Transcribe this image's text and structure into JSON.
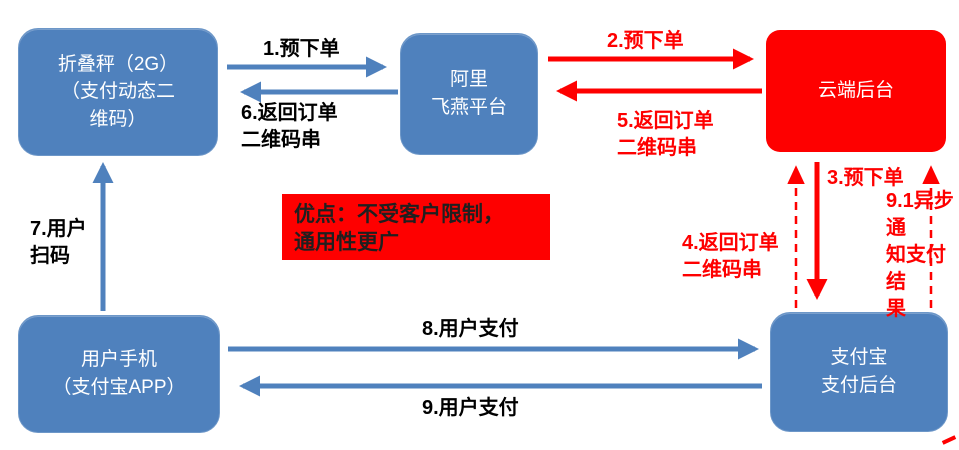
{
  "colors": {
    "node_blue": "#4f81bd",
    "accent_red": "#fe0000",
    "label_black": "#000000",
    "node_text": "#ffffff"
  },
  "nodes": {
    "scale": {
      "label": "折叠秤（2G）\n（支付动态二\n维码）"
    },
    "feiyan": {
      "label": "阿里\n飞燕平台"
    },
    "cloud": {
      "label": "云端后台"
    },
    "phone": {
      "label": "用户手机\n（支付宝APP）"
    },
    "alipay": {
      "label": "支付宝\n支付后台"
    }
  },
  "note": {
    "text": "优点：不受客户限制，\n通用性更广"
  },
  "edges": {
    "e1": {
      "label": "1.预下单",
      "from": "折叠秤",
      "to": "阿里飞燕平台",
      "style": "blue-solid"
    },
    "e2": {
      "label": "2.预下单",
      "from": "阿里飞燕平台",
      "to": "云端后台",
      "style": "red-solid"
    },
    "e3": {
      "label": "3.预下单",
      "from": "云端后台",
      "to": "支付宝支付后台",
      "style": "red-solid"
    },
    "e4": {
      "label": "4.返回订单\n二维码串",
      "from": "支付宝支付后台",
      "to": "云端后台",
      "style": "red-dashed"
    },
    "e5": {
      "label": "5.返回订单\n二维码串",
      "from": "云端后台",
      "to": "阿里飞燕平台",
      "style": "red-solid"
    },
    "e6": {
      "label": "6.返回订单\n二维码串",
      "from": "阿里飞燕平台",
      "to": "折叠秤",
      "style": "blue-solid"
    },
    "e7": {
      "label": "7.用户\n扫码",
      "from": "用户手机",
      "to": "折叠秤",
      "style": "blue-solid"
    },
    "e8": {
      "label": "8.用户支付",
      "from": "用户手机",
      "to": "支付宝支付后台",
      "style": "blue-solid"
    },
    "e9": {
      "label": "9.用户支付",
      "from": "支付宝支付后台",
      "to": "用户手机",
      "style": "blue-solid"
    },
    "e91": {
      "label": "9.1异步通\n知支付结\n果",
      "from": "支付宝支付后台",
      "to": "云端后台",
      "style": "red-dashed"
    }
  }
}
